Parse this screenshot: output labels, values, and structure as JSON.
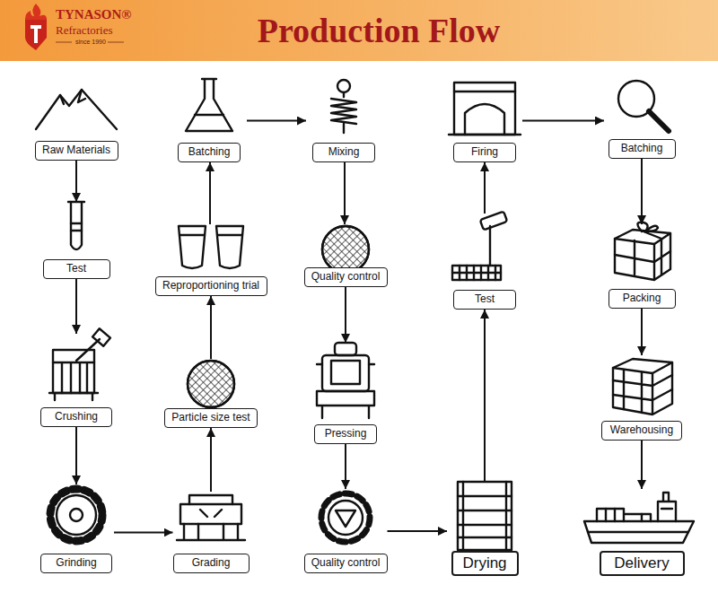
{
  "diagram": {
    "title": "Production Flow",
    "nodes": [
      {
        "text": [
          "Raw Materials"
        ]
      },
      {
        "text": [
          "Test"
        ]
      },
      {
        "text": [
          "Crushing"
        ]
      },
      {
        "text": [
          "Grinding"
        ]
      },
      {
        "text": [
          "Grading"
        ]
      },
      {
        "text": [
          "Particle size test"
        ]
      },
      {
        "text": [
          "Reproportioning trial"
        ]
      },
      {
        "text": [
          "Batching"
        ]
      },
      {
        "text": [
          "Mixing"
        ]
      },
      {
        "text": [
          "Quality control"
        ]
      },
      {
        "text": [
          "Pressing"
        ]
      },
      {
        "text": [
          "Quality control"
        ]
      },
      {
        "text": [
          "Drying"
        ]
      },
      {
        "text": [
          "Test"
        ]
      },
      {
        "text": [
          "Firing"
        ]
      },
      {
        "text": [
          "Batching"
        ]
      },
      {
        "text": [
          "Packing"
        ]
      },
      {
        "text": [
          "Warehousing"
        ]
      },
      {
        "text": [
          "Delivery"
        ]
      }
    ],
    "edges": [
      {
        "from": 0,
        "to": 1,
        "arrow": "to"
      },
      {
        "from": 1,
        "to": 2,
        "arrow": "to"
      },
      {
        "from": 2,
        "to": 3,
        "arrow": "to"
      },
      {
        "from": 3,
        "to": 4,
        "arrow": "to"
      },
      {
        "from": 4,
        "to": 5,
        "arrow": "to"
      },
      {
        "from": 5,
        "to": 6,
        "arrow": "to"
      },
      {
        "from": 6,
        "to": 7,
        "arrow": "to"
      },
      {
        "from": 7,
        "to": 8,
        "arrow": "to"
      },
      {
        "from": 8,
        "to": 9,
        "arrow": "to"
      },
      {
        "from": 9,
        "to": 10,
        "arrow": "to"
      },
      {
        "from": 10,
        "to": 11,
        "arrow": "to"
      },
      {
        "from": 11,
        "to": 12,
        "arrow": "to"
      },
      {
        "from": 12,
        "to": 13,
        "arrow": "to"
      },
      {
        "from": 13,
        "to": 14,
        "arrow": "to"
      },
      {
        "from": 14,
        "to": 15,
        "arrow": "to"
      },
      {
        "from": 15,
        "to": 16,
        "arrow": "to"
      },
      {
        "from": 16,
        "to": 17,
        "arrow": "to"
      },
      {
        "from": 17,
        "to": 18,
        "arrow": "to"
      }
    ],
    "labels": [
      "TYNASON®",
      "Refractories",
      "since 1990"
    ]
  }
}
